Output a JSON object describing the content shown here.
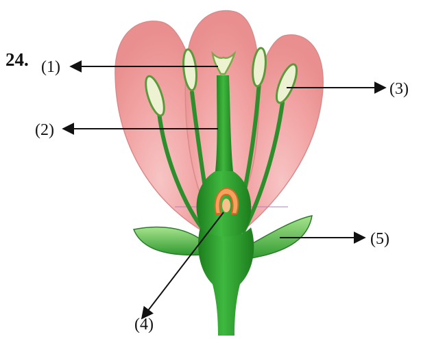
{
  "question_number": "24.",
  "labels": {
    "l1": "(1)",
    "l2": "(2)",
    "l3": "(3)",
    "l4": "(4)",
    "l5": "(5)"
  },
  "colors": {
    "petal": "#f4a7a7",
    "petal_edge": "#d97d7d",
    "green_dark": "#1f8a1f",
    "green_light": "#5cc85c",
    "anther": "#e9efc8",
    "ovule": "#f08a4b",
    "arrow": "#111111"
  }
}
